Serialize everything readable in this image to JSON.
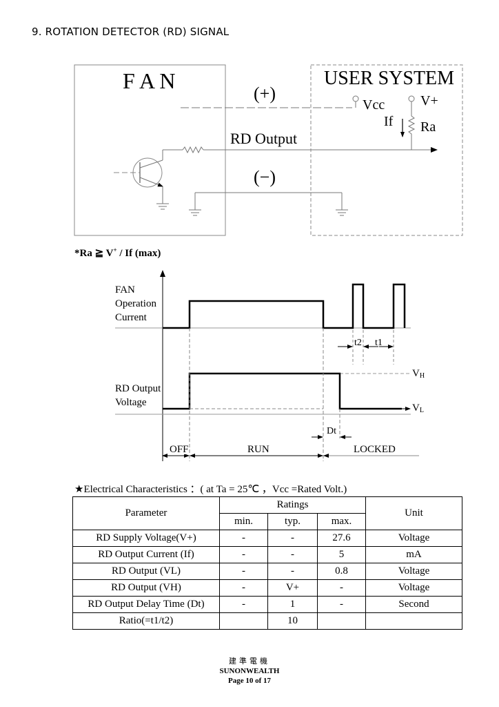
{
  "heading": "9. ROTATION DETECTOR (RD) SIGNAL",
  "circuit": {
    "fan_label": "F A N",
    "user_label": "USER SYSTEM",
    "plus_label": "(+)",
    "minus_label": "(−)",
    "rd_output_label": "RD Output",
    "vcc_label": "Vcc",
    "vplus_label": "V+",
    "if_label": "If",
    "ra_label": "Ra"
  },
  "formula": {
    "prefix": "*Ra ≧ V",
    "sup": "+",
    "suffix": " / If (max)"
  },
  "timing": {
    "fan_current_label": [
      "FAN",
      "Operation",
      "Current"
    ],
    "rd_voltage_label": [
      "RD Output",
      "Voltage"
    ],
    "vh_main": "V",
    "vh_sub": "H",
    "vl_main": "V",
    "vl_sub": "L",
    "t2": "t2",
    "t1": "t1",
    "dt": "Dt",
    "off": "OFF",
    "run": "RUN",
    "locked": "LOCKED"
  },
  "electrical": {
    "title": "★Electrical Characteristics ：( at Ta = 25℃ ，Vcc =Rated Volt.)",
    "headers": {
      "parameter": "Parameter",
      "ratings": "Ratings",
      "min": "min.",
      "typ": "typ.",
      "max": "max.",
      "unit": "Unit"
    },
    "rows": [
      {
        "parameter": "RD Supply Voltage(V+)",
        "min": "-",
        "typ": "-",
        "max": "27.6",
        "unit": "Voltage"
      },
      {
        "parameter": "RD Output Current (If)",
        "min": "-",
        "typ": "-",
        "max": "5",
        "unit": "mA"
      },
      {
        "parameter": "RD Output (VL)",
        "min": "-",
        "typ": "-",
        "max": "0.8",
        "unit": "Voltage"
      },
      {
        "parameter": "RD Output (VH)",
        "min": "-",
        "typ": "V+",
        "max": "-",
        "unit": "Voltage"
      },
      {
        "parameter": "RD Output Delay Time (Dt)",
        "min": "-",
        "typ": "1",
        "max": "-",
        "unit": "Second"
      },
      {
        "parameter": "Ratio(=t1/t2)",
        "min": "",
        "typ": "10",
        "max": "",
        "unit": ""
      }
    ]
  },
  "footer": {
    "company_cjk": "建準電機",
    "company": "SUNONWEALTH",
    "page": "Page 10 of 17"
  }
}
